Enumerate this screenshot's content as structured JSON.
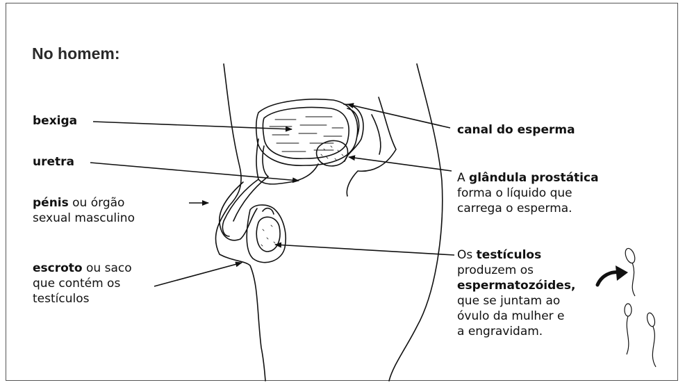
{
  "title": "No homem:",
  "labels": {
    "bexiga": {
      "bold": "bexiga"
    },
    "uretra": {
      "bold": "uretra"
    },
    "penis": {
      "bold": "pénis",
      "rest": " ou órgão",
      "line2": "sexual masculino"
    },
    "escroto": {
      "bold": "escroto",
      "rest": " ou saco",
      "line2": "que contém os",
      "line3": "testículos"
    },
    "canal": {
      "bold": "canal do esperma"
    },
    "prostata": {
      "pre": "A ",
      "bold": "glândula prostática",
      "line2": "forma o líquido que",
      "line3": "carrega o esperma."
    },
    "testiculos": {
      "pre": "Os ",
      "bold": "testículos",
      "line2": "produzem os",
      "line3_bold": "espermatozóides",
      "line3_rest": ",",
      "line4": "que se juntam ao",
      "line5": "óvulo da mulher e",
      "line6": "a engravidam."
    }
  }
}
